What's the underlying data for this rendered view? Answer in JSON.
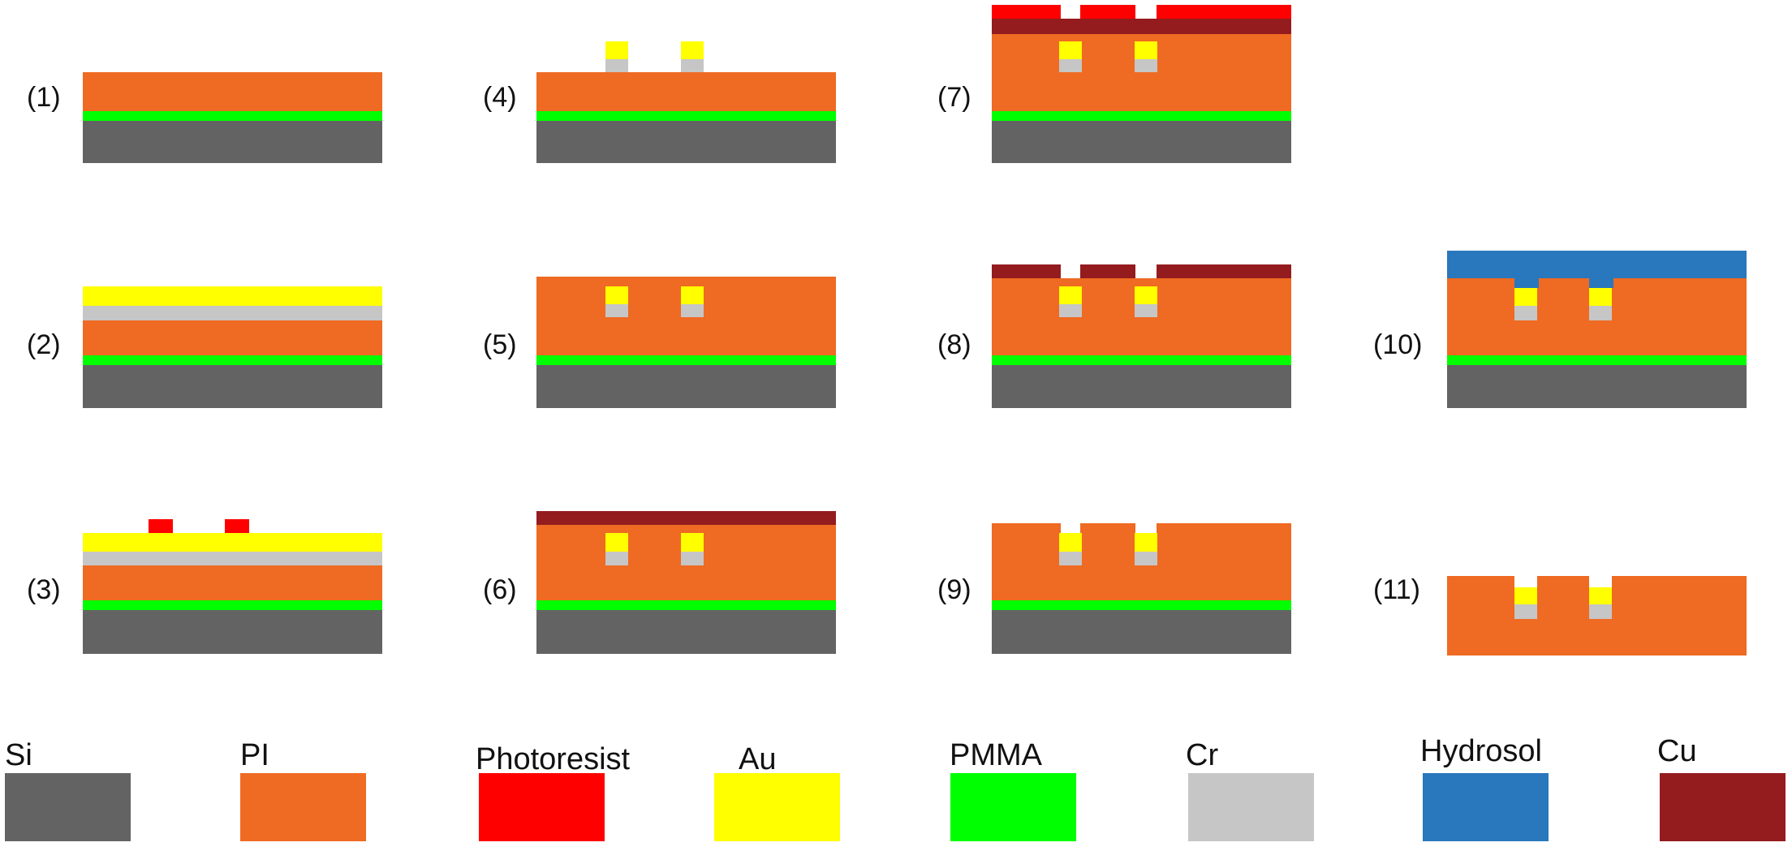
{
  "materials": {
    "si": {
      "name": "Si",
      "color": "#636363"
    },
    "pi": {
      "name": "PI",
      "color": "#ef6a22"
    },
    "photoresist": {
      "name": "Photoresist",
      "color": "#ff0000"
    },
    "au": {
      "name": "Au",
      "color": "#ffff00"
    },
    "pmma": {
      "name": "PMMA",
      "color": "#00ff00"
    },
    "cr": {
      "name": "Cr",
      "color": "#c6c6c6"
    },
    "hydrosol": {
      "name": "Hydrosol",
      "color": "#2977bd"
    },
    "cu": {
      "name": "Cu",
      "color": "#941b1e"
    }
  },
  "steps": [
    {
      "label": "(1)"
    },
    {
      "label": "(2)"
    },
    {
      "label": "(3)"
    },
    {
      "label": "(4)"
    },
    {
      "label": "(5)"
    },
    {
      "label": "(6)"
    },
    {
      "label": "(7)"
    },
    {
      "label": "(8)"
    },
    {
      "label": "(9)"
    },
    {
      "label": "(10)"
    },
    {
      "label": "(11)"
    }
  ],
  "legend": [
    "si",
    "pi",
    "photoresist",
    "au",
    "pmma",
    "cr",
    "hydrosol",
    "cu"
  ]
}
